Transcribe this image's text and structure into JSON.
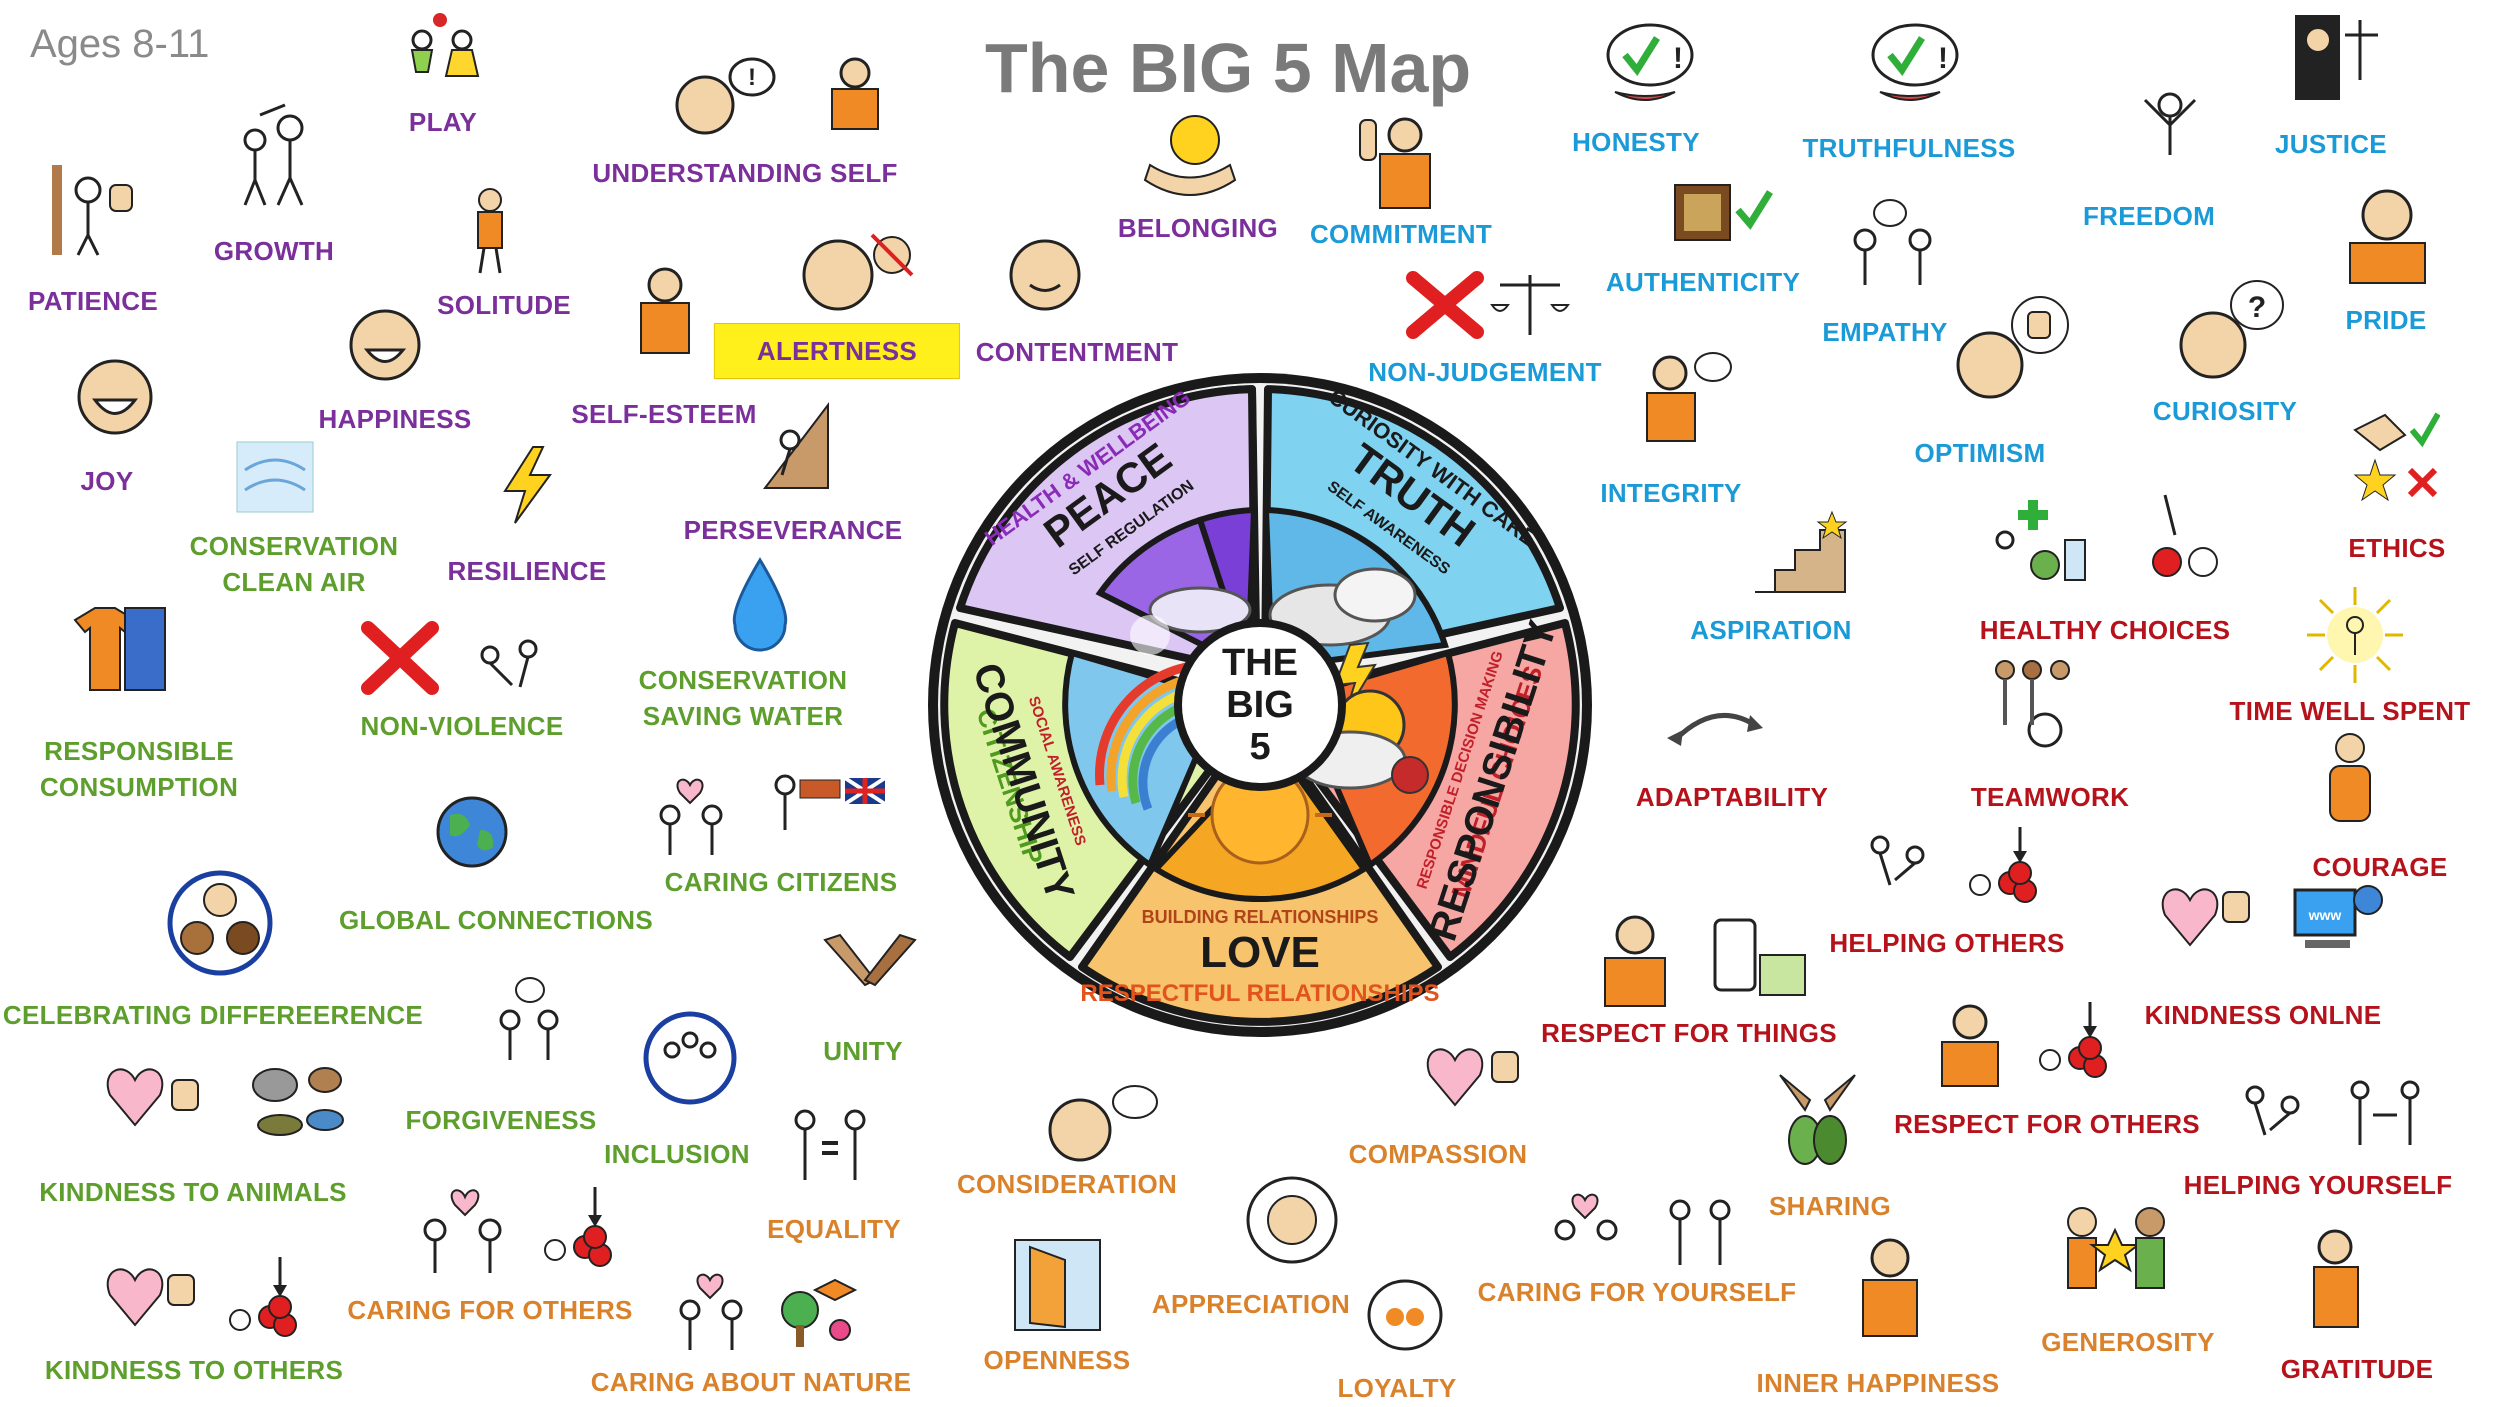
{
  "age_range": "Ages 8-11",
  "title": "The BIG 5 Map",
  "wheel": {
    "center": [
      "THE",
      "BIG",
      "5"
    ],
    "peace": {
      "sub": "HEALTH & WELLBEING",
      "main": "PEACE",
      "inner": "SELF REGULATION"
    },
    "truth": {
      "sub": "CURIOSITY WITH CARE",
      "main": "TRUTH",
      "inner": "SELF AWARENESS"
    },
    "responsibility": {
      "sub": "MINDFUL CHOICES",
      "main": "RESPONSIBILITY",
      "inner": "RESPONSIBLE DECISION MAKING"
    },
    "love": {
      "sub": "RESPECTFUL RELATIONSHIPS",
      "main": "LOVE",
      "inner": "BUILDING RELATIONSHIPS"
    },
    "community": {
      "sub": "CITIZENSHIP",
      "main": "COMMUNITY",
      "inner": "SOCIAL AWARENESS"
    }
  },
  "labels": {
    "play": "PLAY",
    "understanding_self": "UNDERSTANDING SELF",
    "growth": "GROWTH",
    "patience": "PATIENCE",
    "solitude": "SOLITUDE",
    "belonging": "BELONGING",
    "commitment": "COMMITMENT",
    "alertness": "ALERTNESS",
    "contentment": "CONTENTMENT",
    "self_esteem": "SELF-ESTEEM",
    "happiness": "HAPPINESS",
    "joy": "JOY",
    "conservation_clean_air_1": "CONSERVATION",
    "conservation_clean_air_2": "CLEAN AIR",
    "resilience": "RESILIENCE",
    "perseverance": "PERSEVERANCE",
    "conservation_water_1": "CONSERVATION",
    "conservation_water_2": "SAVING WATER",
    "responsible_consumption_1": "RESPONSIBLE",
    "responsible_consumption_2": "CONSUMPTION",
    "non_violence": "NON-VIOLENCE",
    "caring_citizens": "CARING CITIZENS",
    "global_connections": "GLOBAL CONNECTIONS",
    "celebrating_difference": "CELEBRATING DIFFEREERENCE",
    "unity": "UNITY",
    "forgiveness": "FORGIVENESS",
    "inclusion": "INCLUSION",
    "kindness_to_animals": "KINDNESS TO ANIMALS",
    "equality": "EQUALITY",
    "caring_for_others": "CARING FOR OTHERS",
    "kindness_to_others": "KINDNESS TO OTHERS",
    "caring_about_nature": "CARING ABOUT NATURE",
    "consideration": "CONSIDERATION",
    "openness": "OPENNESS",
    "appreciation": "APPRECIATION",
    "loyalty": "LOYALTY",
    "compassion": "COMPASSION",
    "caring_for_yourself": "CARING FOR YOURSELF",
    "sharing": "SHARING",
    "inner_happiness": "INNER HAPPINESS",
    "generosity": "GENEROSITY",
    "gratitude": "GRATITUDE",
    "honesty": "HONESTY",
    "truthfulness": "TRUTHFULNESS",
    "justice": "JUSTICE",
    "freedom": "FREEDOM",
    "pride": "PRIDE",
    "authenticity": "AUTHENTICITY",
    "empathy": "EMPATHY",
    "curiosity": "CURIOSITY",
    "non_judgement": "NON-JUDGEMENT",
    "optimism": "OPTIMISM",
    "integrity": "INTEGRITY",
    "aspiration": "ASPIRATION",
    "healthy_choices": "HEALTHY CHOICES",
    "ethics": "ETHICS",
    "time_well_spent": "TIME WELL SPENT",
    "adaptability": "ADAPTABILITY",
    "teamwork": "TEAMWORK",
    "courage": "COURAGE",
    "helping_others": "HELPING OTHERS",
    "respect_for_things": "RESPECT FOR THINGS",
    "kindness_online": "KINDNESS ONLNE",
    "respect_for_others": "RESPECT FOR OTHERS",
    "helping_yourself": "HELPING YOURSELF"
  },
  "colors": {
    "peace": "#dcc6f4",
    "truth": "#7fd2f0",
    "responsibility": "#f7a7a3",
    "love": "#f7c36c",
    "community": "#dff3a8",
    "purple_text": "#7b2f9b",
    "green_text": "#5e9e2d",
    "blue_text": "#1a9ad6",
    "red_text": "#b5121b",
    "orange_text": "#d9822b",
    "highlight": "#ffef1a"
  }
}
